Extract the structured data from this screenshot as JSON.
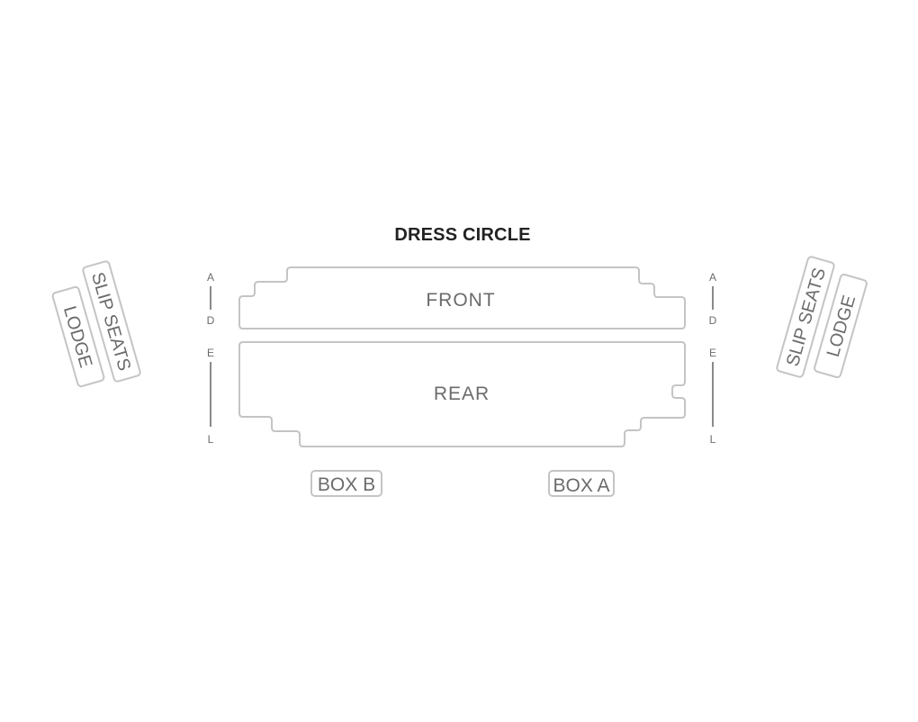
{
  "title": "DRESS CIRCLE",
  "sections": {
    "front": "FRONT",
    "rear": "REAR",
    "box_b": "BOX B",
    "box_a": "BOX A",
    "left_lodge": "LODGE",
    "left_slip_seats": "SLIP SEATS",
    "right_slip_seats": "SLIP SEATS",
    "right_lodge": "LODGE"
  },
  "rows": {
    "front_start": "A",
    "front_end": "D",
    "rear_start": "E",
    "rear_end": "L"
  },
  "colors": {
    "outline": "#c4c4c4",
    "label": "#6b6b6b",
    "title": "#222222",
    "row_line": "#8a8a8a"
  }
}
